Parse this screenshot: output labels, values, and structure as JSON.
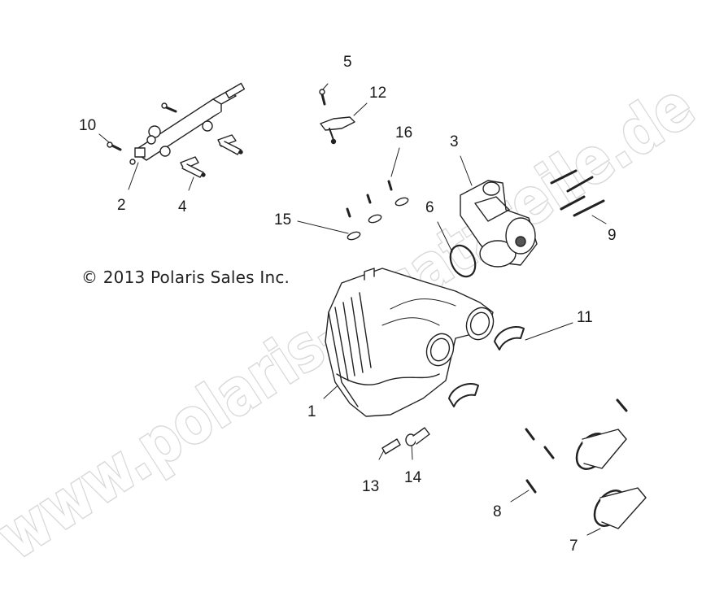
{
  "diagram": {
    "type": "exploded-parts-diagram",
    "subject": "Intake manifold / throttle body / fuel rail assembly",
    "copyright": "© 2013 Polaris Sales Inc.",
    "watermark": "www.polaris-ersatzteile.de",
    "callouts": [
      {
        "id": "1",
        "label": "1",
        "part": "intake-manifold"
      },
      {
        "id": "2",
        "label": "2",
        "part": "fuel-rail"
      },
      {
        "id": "3",
        "label": "3",
        "part": "throttle-body"
      },
      {
        "id": "4",
        "label": "4",
        "part": "fuel-injector"
      },
      {
        "id": "5",
        "label": "5",
        "part": "screw"
      },
      {
        "id": "6",
        "label": "6",
        "part": "o-ring-seal"
      },
      {
        "id": "7",
        "label": "7",
        "part": "intake-boot-flange"
      },
      {
        "id": "8",
        "label": "8",
        "part": "bolt"
      },
      {
        "id": "9",
        "label": "9",
        "part": "long-bolt"
      },
      {
        "id": "10",
        "label": "10",
        "part": "bolt"
      },
      {
        "id": "11",
        "label": "11",
        "part": "hose-clamp"
      },
      {
        "id": "12",
        "label": "12",
        "part": "map-sensor"
      },
      {
        "id": "13",
        "label": "13",
        "part": "dowel-pin"
      },
      {
        "id": "14",
        "label": "14",
        "part": "bushing"
      },
      {
        "id": "15",
        "label": "15",
        "part": "washer"
      },
      {
        "id": "16",
        "label": "16",
        "part": "screw"
      }
    ]
  }
}
